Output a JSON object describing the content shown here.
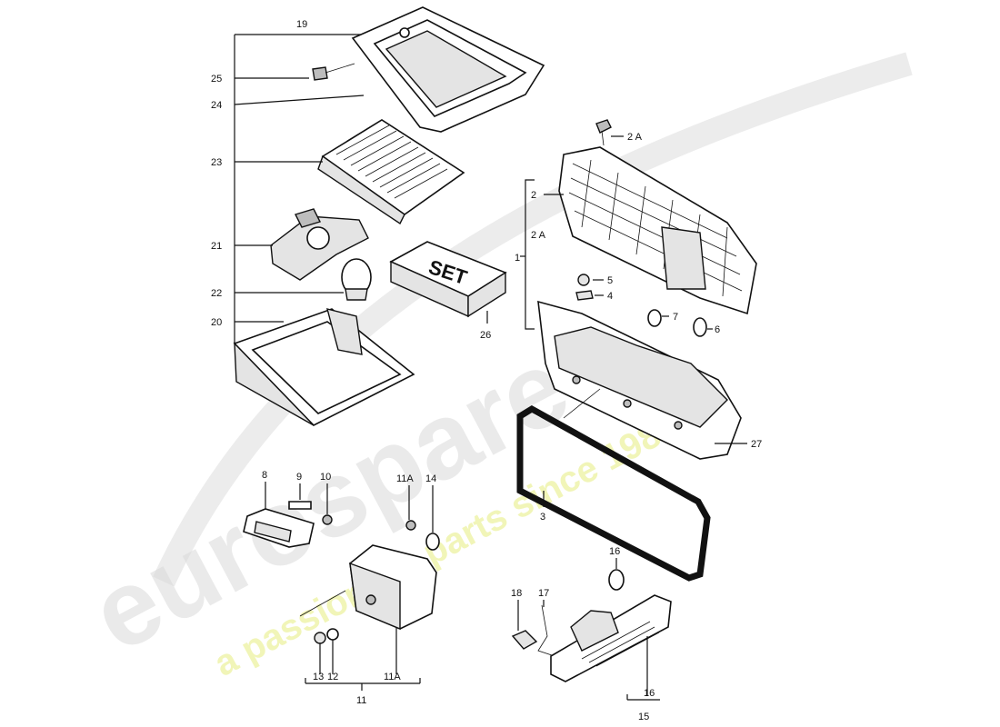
{
  "watermark": {
    "brand": "eurospares",
    "tagline": "a passion for parts since 1985",
    "brand_color": "#d9d9d9",
    "tagline_color": "#eef2a6"
  },
  "kit_box": {
    "label": "SET"
  },
  "callouts": {
    "c19": "19",
    "c25": "25",
    "c24": "24",
    "c23": "23",
    "c21": "21",
    "c22": "22",
    "c20": "20",
    "c26": "26",
    "c2a_top": "2 A",
    "c2": "2",
    "c2a_mid": "2 A",
    "c1": "1",
    "c5": "5",
    "c4": "4",
    "c7": "7",
    "c6": "6",
    "c27": "27",
    "c3": "3",
    "c8": "8",
    "c9": "9",
    "c10": "10",
    "c11a_top": "11A",
    "c14": "14",
    "c13": "13",
    "c12": "12",
    "c11a_bot": "11A",
    "c11": "11",
    "c16_top": "16",
    "c18": "18",
    "c17": "17",
    "c16_bot": "16",
    "c15": "15"
  }
}
